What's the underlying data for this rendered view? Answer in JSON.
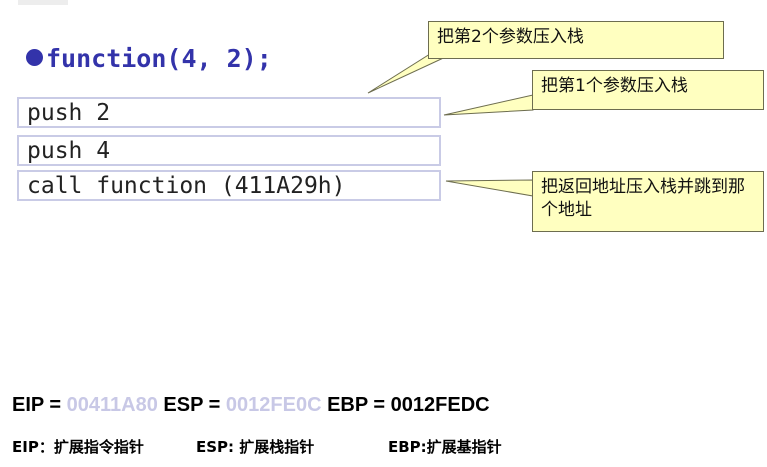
{
  "heading": "function(4, 2);",
  "code_lines": [
    "push 2",
    "push 4",
    "call function (411A29h)"
  ],
  "callouts": {
    "push_second_param": "把第2个参数压入栈",
    "push_first_param": "把第1个参数压入栈",
    "push_return_addr": "把返回地址压入栈并跳到那个地址"
  },
  "registers": {
    "eip_label": "EIP = ",
    "eip_value": "00411A80",
    "esp_label": " ESP = ",
    "esp_value": "0012FE0C",
    "ebp_label": " EBP = ",
    "ebp_value": "0012FEDC"
  },
  "legend": {
    "eip": "EIP：扩展指令指针",
    "esp": "ESP: 扩展栈指针",
    "ebp": "EBP:扩展基指针"
  },
  "colors": {
    "heading": "#3333aa",
    "callout_fill": "#ffffc0",
    "code_border": "#c9cbe6",
    "faded_value": "#c8c8e6"
  }
}
